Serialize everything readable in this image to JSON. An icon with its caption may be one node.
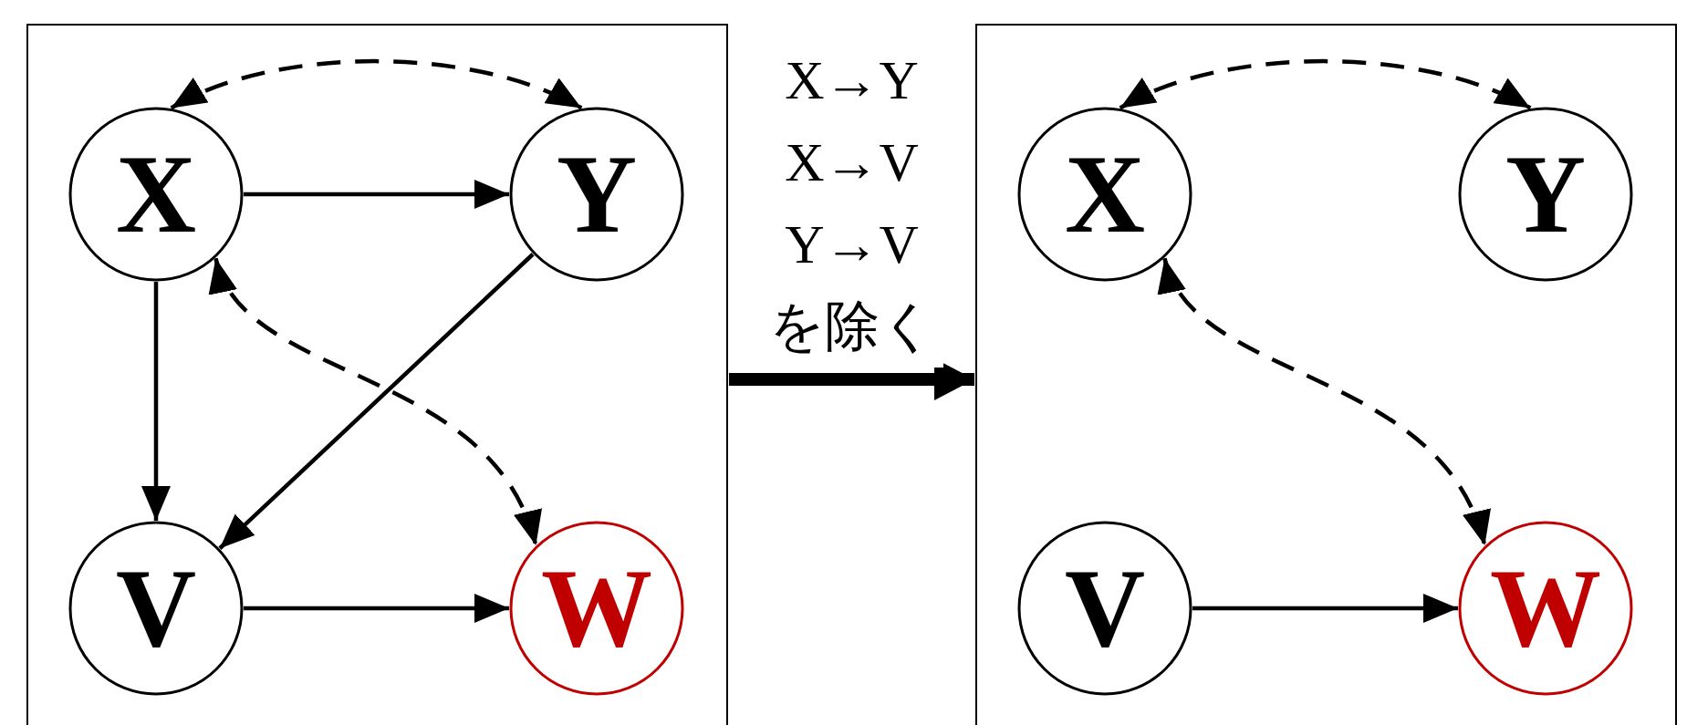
{
  "diagram": {
    "nodes": [
      {
        "text": [],
        "shape": "box"
      },
      {
        "text": [
          "X"
        ],
        "in": 0
      },
      {
        "text": [
          "Y"
        ],
        "in": 0
      },
      {
        "text": [
          "V"
        ],
        "in": 0
      },
      {
        "text": [
          "W"
        ],
        "in": 0
      },
      {
        "text": [],
        "shape": "box"
      },
      {
        "text": [
          "X"
        ],
        "in": 5
      },
      {
        "text": [
          "Y"
        ],
        "in": 5
      },
      {
        "text": [
          "V"
        ],
        "in": 5
      },
      {
        "text": [
          "W"
        ],
        "in": 5
      }
    ],
    "edges": [
      {
        "from": 1,
        "to": 2,
        "arrow": "to"
      },
      {
        "from": 1,
        "to": 3,
        "arrow": "to"
      },
      {
        "from": 2,
        "to": 3,
        "arrow": "to"
      },
      {
        "from": 3,
        "to": 4,
        "arrow": "to"
      },
      {
        "from": 1,
        "to": 2,
        "arrow": "both",
        "style": "dashed"
      },
      {
        "from": 1,
        "to": 4,
        "arrow": "both",
        "style": "dashed"
      },
      {
        "from": 0,
        "to": 5,
        "arrow": "to",
        "style": "thick",
        "label": "X→Y X→V Y→V を除く"
      },
      {
        "from": 6,
        "to": 7,
        "arrow": "both",
        "style": "dashed"
      },
      {
        "from": 6,
        "to": 9,
        "arrow": "both",
        "style": "dashed"
      },
      {
        "from": 8,
        "to": 9,
        "arrow": "to"
      }
    ]
  }
}
